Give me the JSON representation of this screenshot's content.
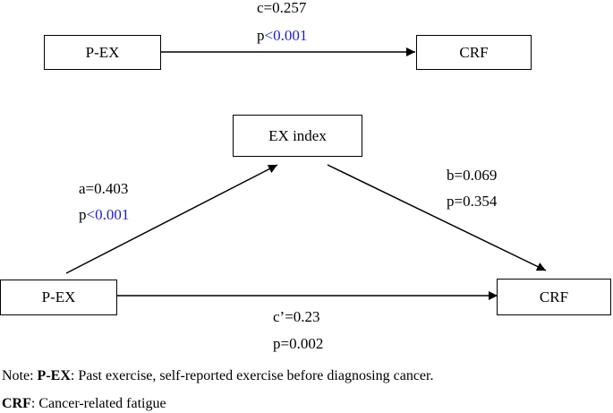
{
  "top_model": {
    "predictor": "P-EX",
    "outcome": "CRF",
    "c_label": "c=0.257",
    "c_p_prefix": "p",
    "c_p_value": "<0.001"
  },
  "mediation_model": {
    "predictor": "P-EX",
    "mediator": "EX index",
    "outcome": "CRF",
    "a_label": "a=0.403",
    "a_p_prefix": "p",
    "a_p_value": "<0.001",
    "b_label": "b=0.069",
    "b_p": "p=0.354",
    "cprime_label": "c’=0.23",
    "cprime_p": "p=0.002"
  },
  "notes": {
    "note_prefix": "Note: ",
    "pex_term": "P-EX",
    "pex_def": ": Past exercise, self-reported exercise before diagnosing cancer.",
    "crf_term": "CRF",
    "crf_def": ": Cancer-related fatigue"
  },
  "colors": {
    "p_value_highlight": "#1f1fd0",
    "line": "#000000"
  }
}
